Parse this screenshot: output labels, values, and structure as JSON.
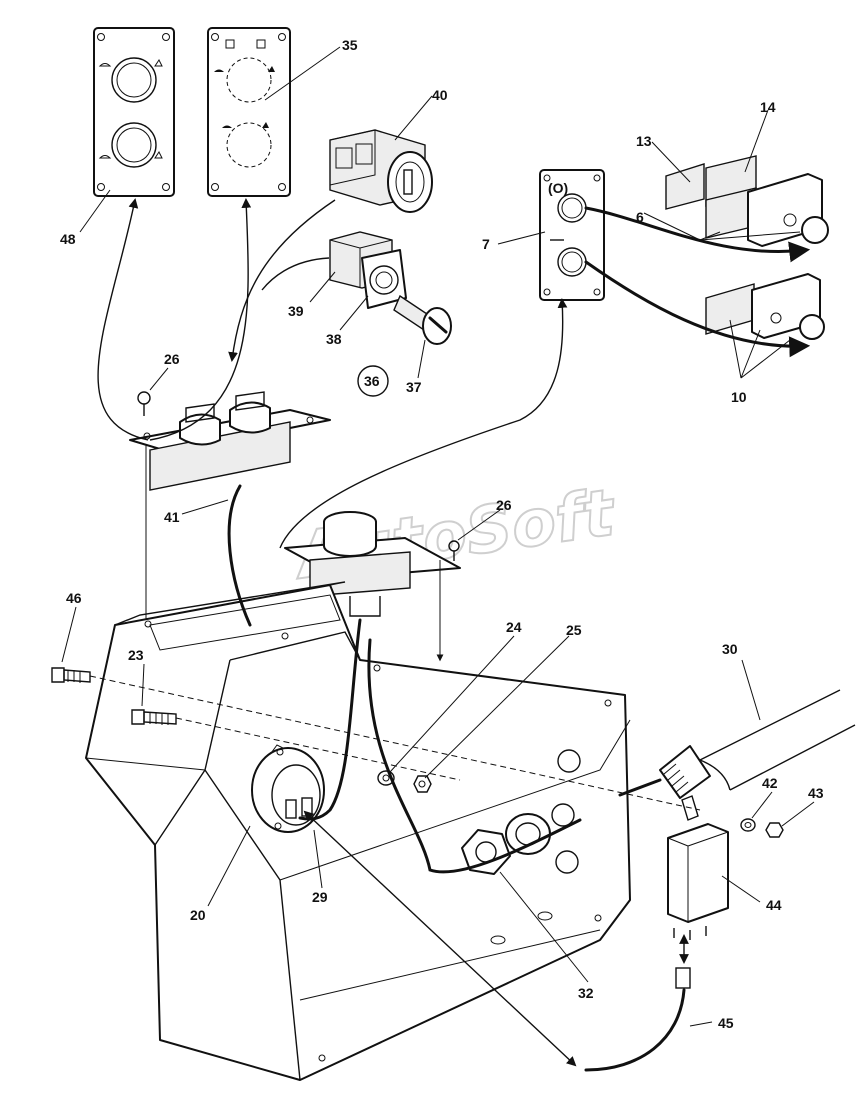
{
  "watermark": "AutoSoft",
  "labels": {
    "l48": "48",
    "l35": "35",
    "l40": "40",
    "l14": "14",
    "l13": "13",
    "l6": "6",
    "l7": "7",
    "l39": "39",
    "l38": "38",
    "l37": "37",
    "l36": "36",
    "l10": "10",
    "l26a": "26",
    "l41": "41",
    "l26b": "26",
    "l46": "46",
    "l23": "23",
    "l24": "24",
    "l25": "25",
    "l30": "30",
    "l42": "42",
    "l43": "43",
    "l44": "44",
    "l20": "20",
    "l29": "29",
    "l32": "32",
    "l45": "45"
  }
}
